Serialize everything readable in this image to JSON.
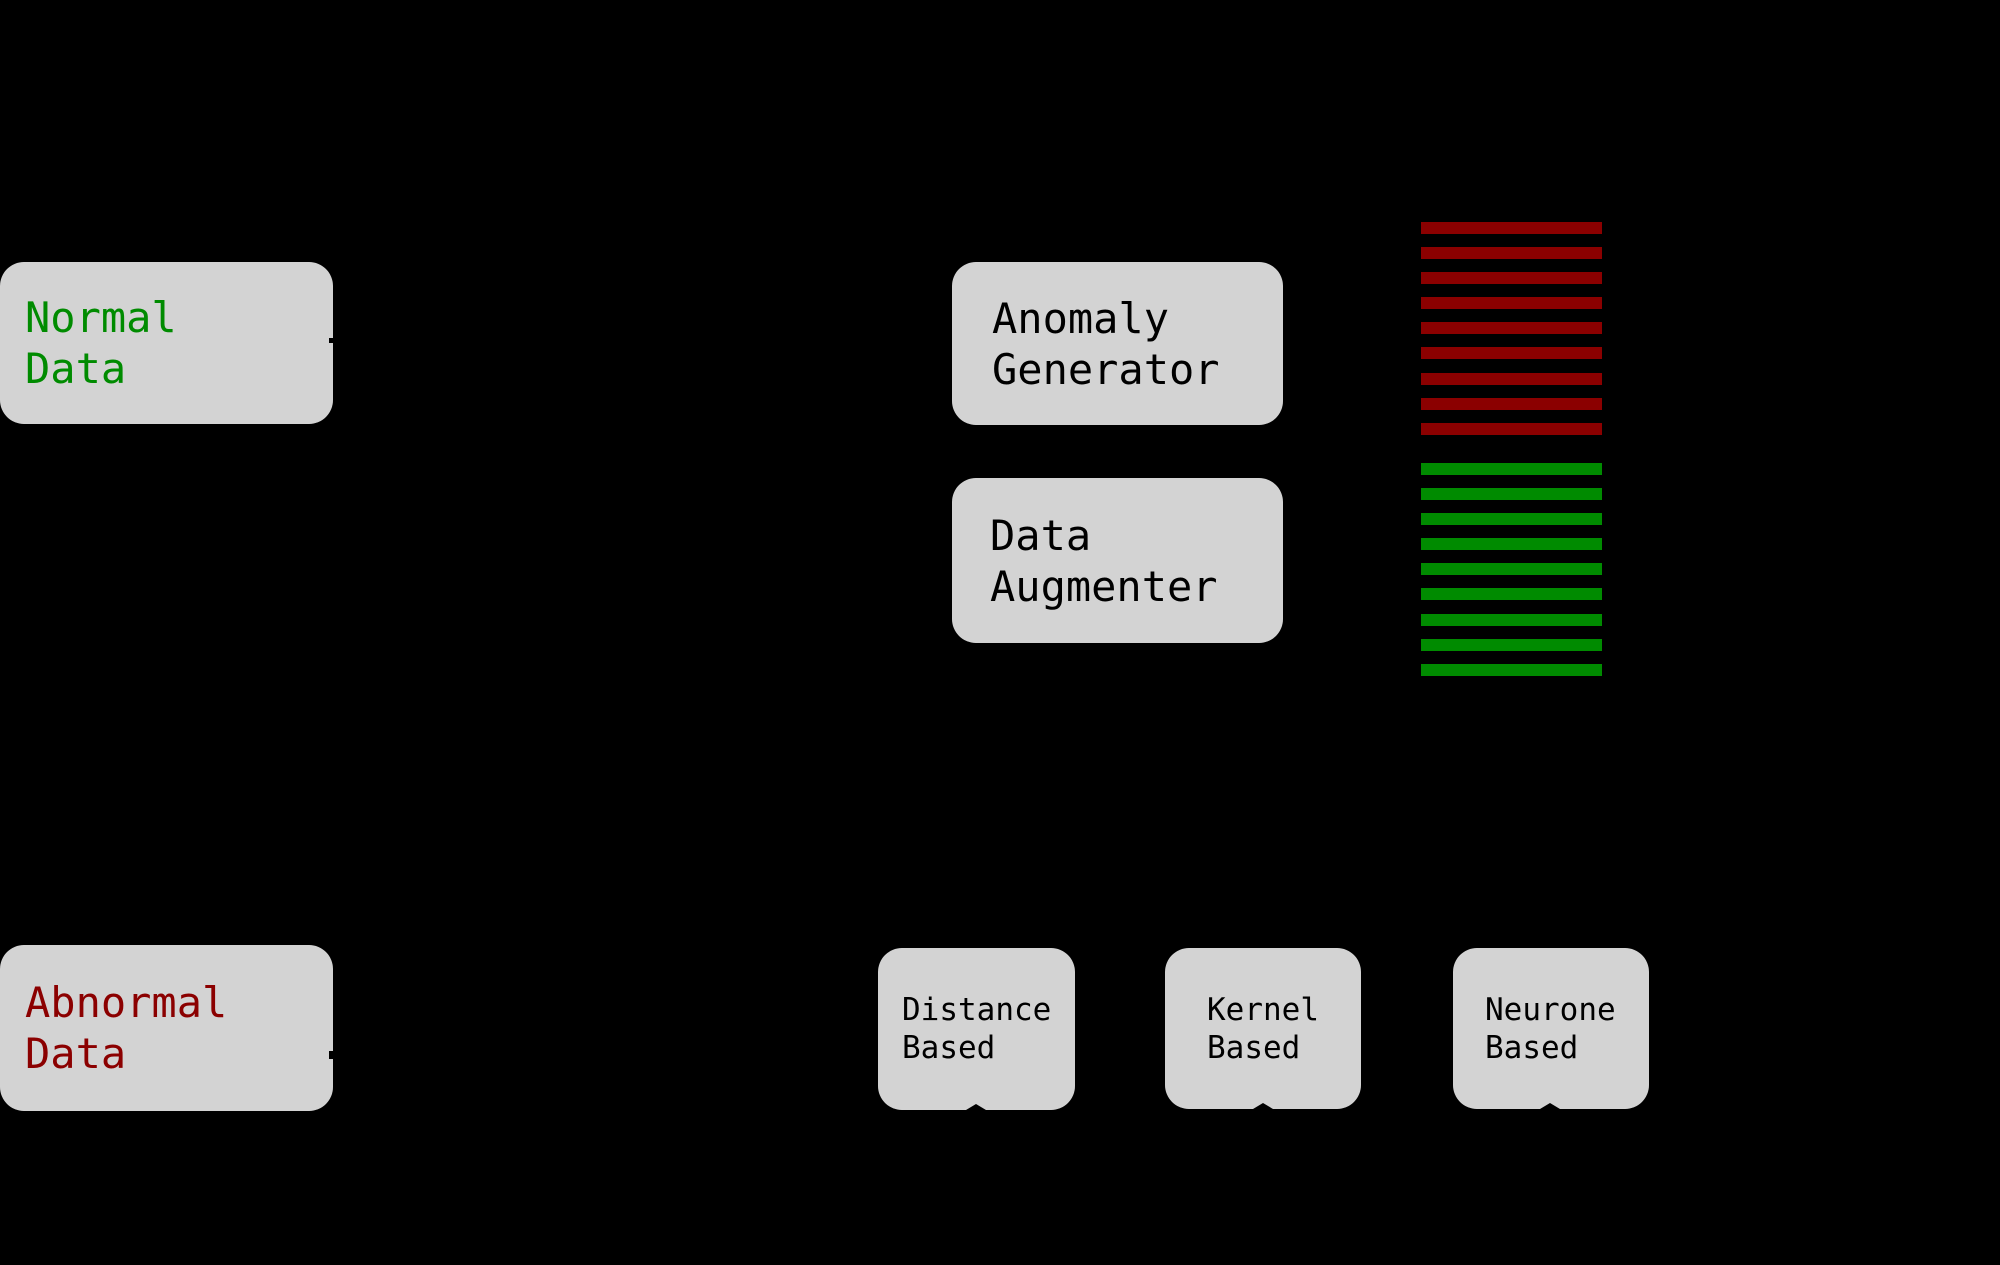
{
  "canvas": {
    "background": "#000000"
  },
  "colors": {
    "box_fill": "#d3d3d3",
    "label_black": "#000000",
    "normal_green": "#008b00",
    "abnormal_red": "#8b0000",
    "stripe_red": "#8b0000",
    "stripe_green": "#008b00"
  },
  "nodes": {
    "normal_data": {
      "line1": "Normal",
      "line2": "Data"
    },
    "anomaly_generator": {
      "line1": "Anomaly",
      "line2": "Generator"
    },
    "data_augmenter": {
      "line1": "Data",
      "line2": "Augmenter"
    },
    "abnormal_data": {
      "line1": "Abnormal",
      "line2": "Data"
    },
    "distance_based": {
      "line1": "Distance",
      "line2": "Based"
    },
    "kernel_based": {
      "line1": "Kernel",
      "line2": "Based"
    },
    "neurone_based": {
      "line1": "Neurone",
      "line2": "Based"
    }
  },
  "stripe_stacks": {
    "anomalous_samples": {
      "color_key": "stripe_red",
      "count": 9
    },
    "normal_samples": {
      "color_key": "stripe_green",
      "count": 9
    }
  }
}
